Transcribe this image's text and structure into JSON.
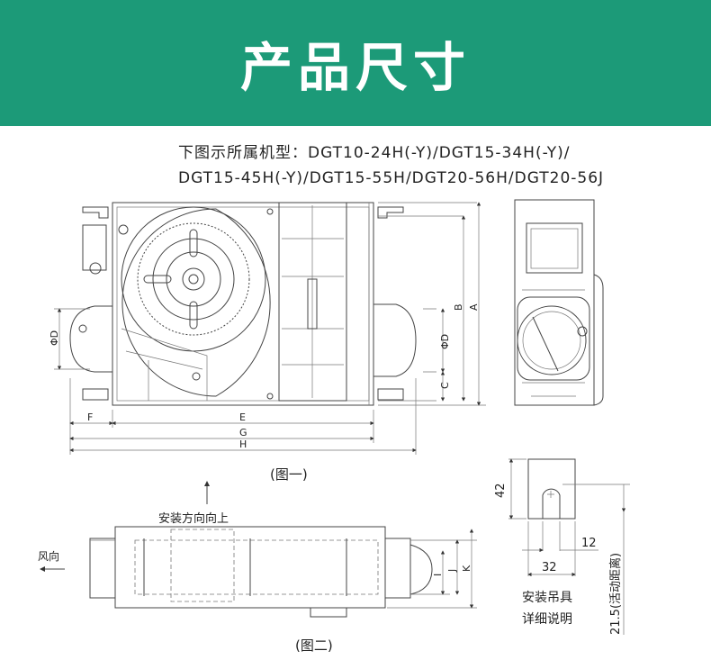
{
  "header": {
    "title": "产品尺寸",
    "color": "#1c9a78"
  },
  "models": {
    "line1": "下图示所属机型：DGT10-24H(-Y)/DGT15-34H(-Y)/",
    "line2": "DGT15-45H(-Y)/DGT15-55H/DGT20-56H/DGT20-56J"
  },
  "figure1": {
    "caption": "(图一)",
    "dims": {
      "A": "A",
      "B": "B",
      "C": "C",
      "phiD_left": "ΦD",
      "phiD_right": "ΦD",
      "E": "E",
      "F": "F",
      "G": "G",
      "H": "H"
    }
  },
  "figure2": {
    "caption": "(图二)",
    "install_direction": "安装方向向上",
    "wind_direction": "风向",
    "dims": {
      "I": "I",
      "J": "J",
      "K": "K"
    }
  },
  "hanger": {
    "dim_height": "42",
    "dim_slot": "12",
    "dim_width": "32",
    "dim_travel": "21.5(活动距离)",
    "caption_line1": "安装吊具",
    "caption_line2": "详细说明"
  }
}
